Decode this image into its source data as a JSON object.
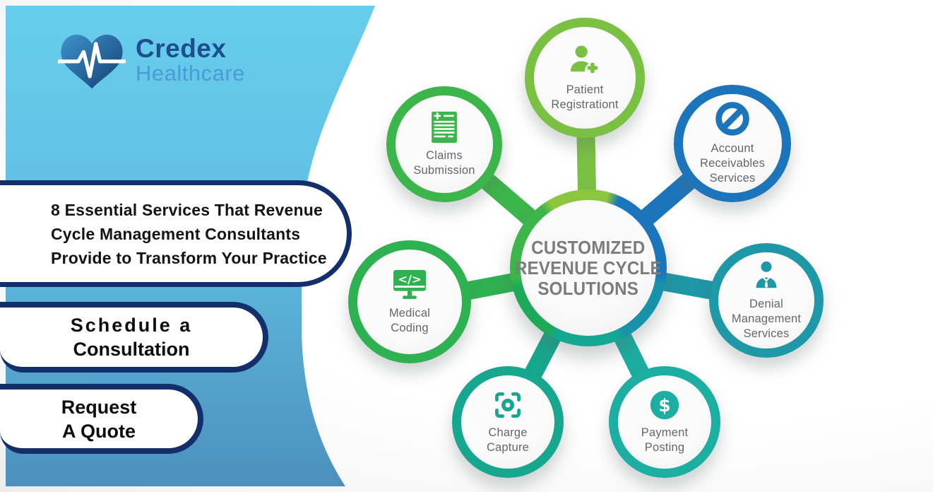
{
  "brand": {
    "name_line1": "Credex",
    "name_line2": "Healthcare",
    "logo_icon": "heart-ekg-icon"
  },
  "headline": {
    "lines": [
      "8 Essential Services That Revenue",
      "Cycle Management Consultants",
      "Provide to Transform Your Practice"
    ]
  },
  "cta": {
    "schedule": {
      "line1": "Schedule a",
      "line2": "Consultation"
    },
    "quote": {
      "line1": "Request",
      "line2": "A Quote"
    }
  },
  "hub": {
    "lines": [
      "CUSTOMIZED",
      "REVENUE CYCLE",
      "SOLUTIONS"
    ],
    "ring_colors": [
      "#8CC63E",
      "#1B75BC",
      "#1793A9",
      "#14A791",
      "#1EA95A",
      "#3CB54A"
    ],
    "face_color": "#f1f1f1",
    "text_color": "#7b7c7e"
  },
  "services": [
    {
      "name": "patient-registration",
      "lines": [
        "Patient",
        "Registrationt"
      ],
      "icon": "add-patient-icon",
      "color": "#7AC143"
    },
    {
      "name": "account-receivables",
      "lines": [
        "Account",
        "Receivables",
        "Services"
      ],
      "icon": "prohibition-icon",
      "color": "#1C75BB"
    },
    {
      "name": "denial-management",
      "lines": [
        "Denial",
        "Management",
        "Services"
      ],
      "icon": "businessman-icon",
      "color": "#1E97A6"
    },
    {
      "name": "payment-posting",
      "lines": [
        "Payment",
        "Posting"
      ],
      "icon": "dollar-circle-icon",
      "color": "#1BAEA1"
    },
    {
      "name": "charge-capture",
      "lines": [
        "Charge",
        "Capture"
      ],
      "icon": "capture-frame-icon",
      "color": "#17A78E"
    },
    {
      "name": "medical-coding",
      "lines": [
        "Medical",
        "Coding"
      ],
      "icon": "code-monitor-icon",
      "color": "#2EB150"
    },
    {
      "name": "claims-submission",
      "lines": [
        "Claims",
        "Submission"
      ],
      "icon": "claim-document-icon",
      "color": "#3CB54A"
    }
  ],
  "colors": {
    "panel_top": "#68CDEC",
    "panel_mid": "#5FBFE3",
    "panel_bottom": "#4C90BE",
    "border_navy": "#132F6B",
    "headline_text": "#141414",
    "label_text": "#64666A",
    "brand_navy": "#1B4F8E",
    "brand_light_blue": "#4A9BD6"
  }
}
